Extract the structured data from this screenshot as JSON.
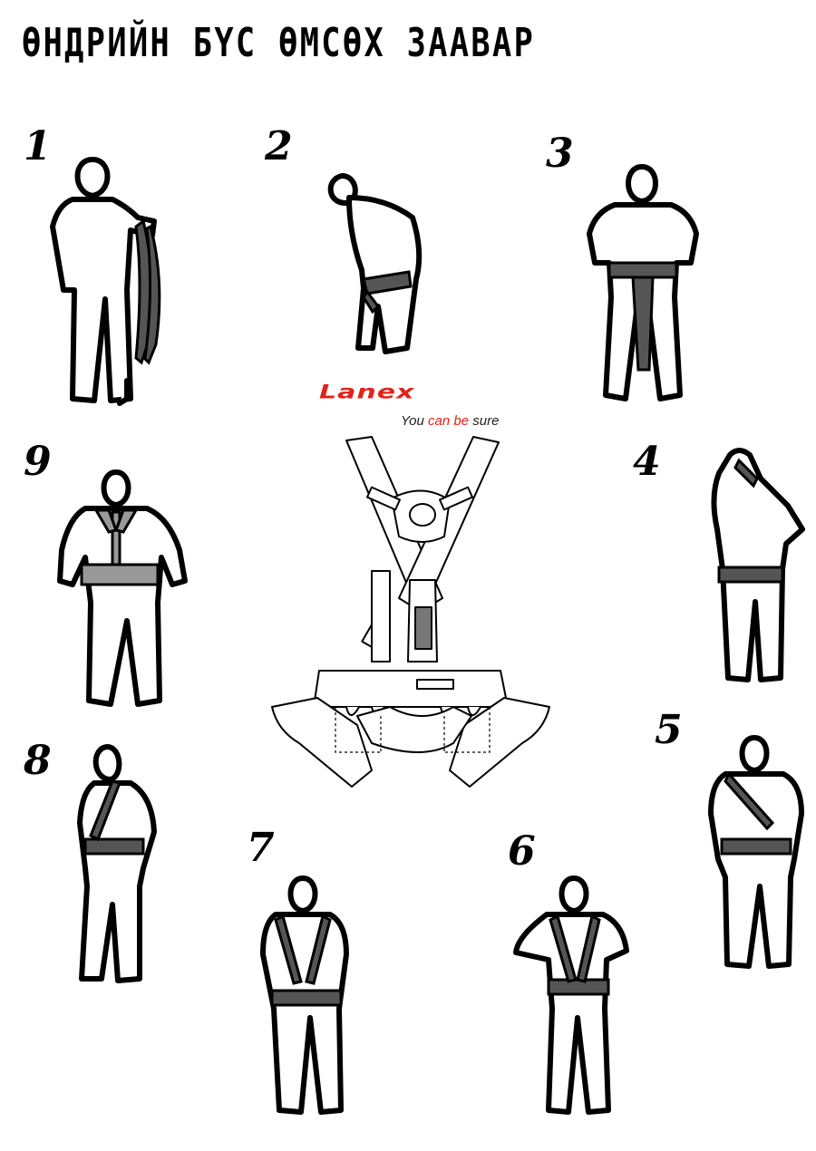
{
  "title": "ӨНДРИЙН БҮС ӨМСӨХ ЗААВАР",
  "brand": {
    "name": "Lanex",
    "tagline_parts": [
      "You ",
      "can be",
      " sure"
    ],
    "accent_color": "#e2231a"
  },
  "steps": [
    {
      "number": "1"
    },
    {
      "number": "2"
    },
    {
      "number": "3"
    },
    {
      "number": "4"
    },
    {
      "number": "5"
    },
    {
      "number": "6"
    },
    {
      "number": "7"
    },
    {
      "number": "8"
    },
    {
      "number": "9"
    }
  ],
  "icons": {
    "figure": "person-putting-on-harness-icon",
    "diagram": "full-body-harness-diagram"
  }
}
